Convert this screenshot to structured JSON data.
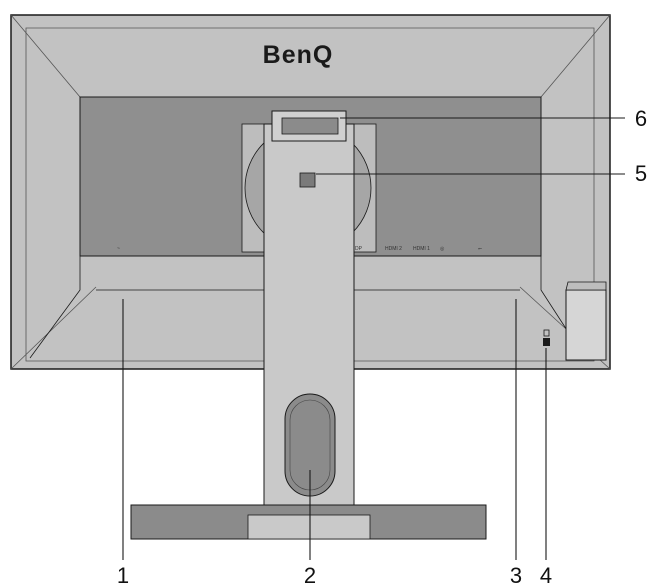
{
  "brand": "BenQ",
  "callouts": [
    "1",
    "2",
    "3",
    "4",
    "5",
    "6"
  ],
  "port_labels": {
    "power": "~",
    "dp": "DP",
    "hdmi2": "HDMI 2",
    "hdmi1": "HDMI 1",
    "headphone": "◎",
    "usb": "⭠"
  },
  "colors": {
    "housing": "#c2c2c2",
    "panel": "#8f8f8f",
    "stand": "#c9c9c9",
    "outline": "#1a1a1a",
    "base": "#8b8b8b"
  }
}
